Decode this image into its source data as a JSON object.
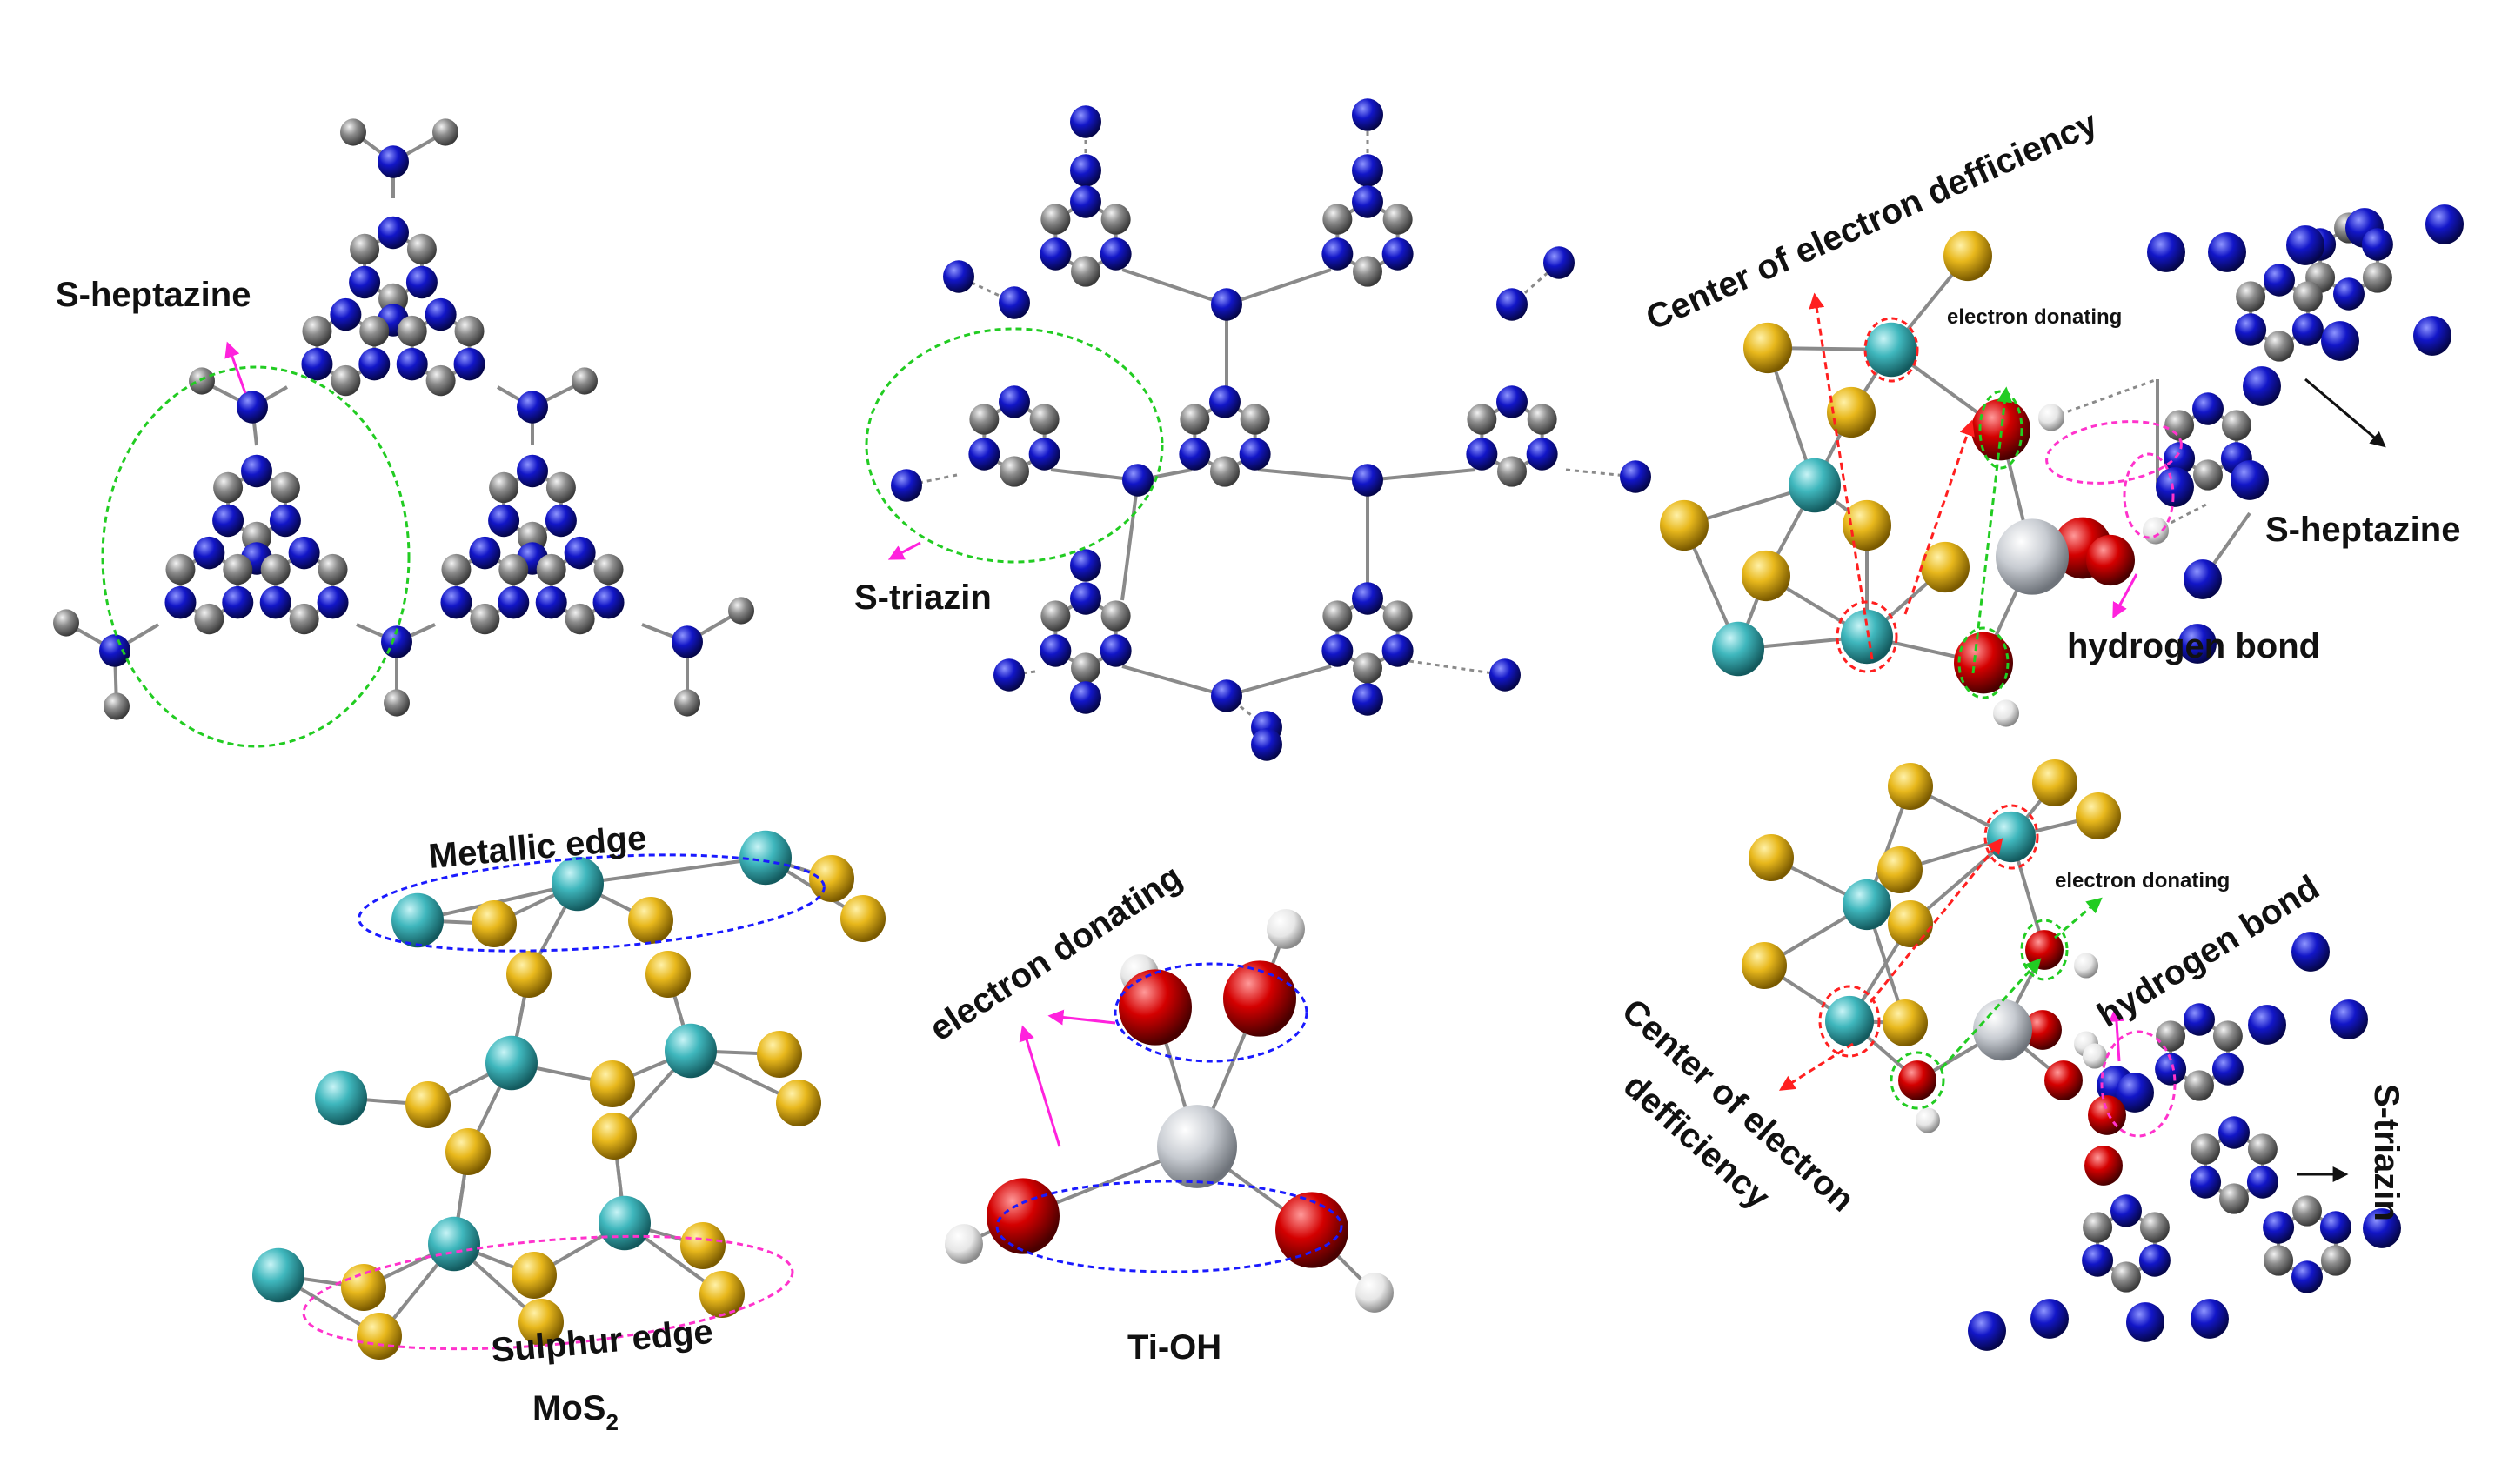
{
  "labels": {
    "heptazine_top_left": "S-heptazine",
    "triazin_top_middle": "S-triazin",
    "center_top": "Center of electron defficiency",
    "electron_donating_top": "electron donating",
    "heptazine_top_right": "S-heptazine",
    "hydrogen_bond_top": "hydrogen bond",
    "metallic_edge": "Metallic edge",
    "sulphur_edge": "Sulphur edge",
    "mos2": "MoS",
    "mos2_subscript": "2",
    "electron_donating_center": "electron donating",
    "ti_oh": "Ti-OH",
    "electron_donating_bottom": "electron donating",
    "hydrogen_bond_bottom": "hydrogen bond",
    "center_bottom_line1": "Center of electron",
    "center_bottom_line2": "defficiency",
    "triazin_bottom_right": "S-triazin"
  },
  "atom_colors": {
    "nitrogen": "#1216c8",
    "carbon": "#8c8c8c",
    "hydrogen": "#e6e6e6",
    "oxygen": "#d40000",
    "sulphur": "#e8b81c",
    "molybdenum": "#3fb7bd",
    "titanium": "#c8ccd2"
  },
  "highlight_colors": {
    "green": "#22cc22",
    "magenta": "#ff33cc",
    "blue": "#1a1aff",
    "red": "#ff2020",
    "arrow_magenta": "#ff22dd",
    "arrow_black": "#111111"
  }
}
